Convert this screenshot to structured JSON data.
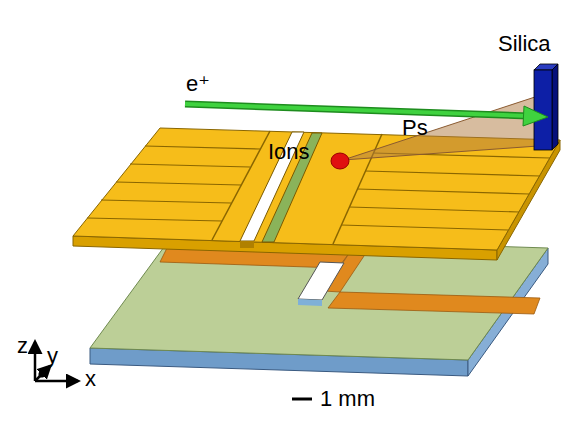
{
  "diagram": {
    "labels": [
      "e⁺",
      "Silica",
      "Ps",
      "Ions",
      "z",
      "y",
      "x",
      "1 mm"
    ]
  }
}
